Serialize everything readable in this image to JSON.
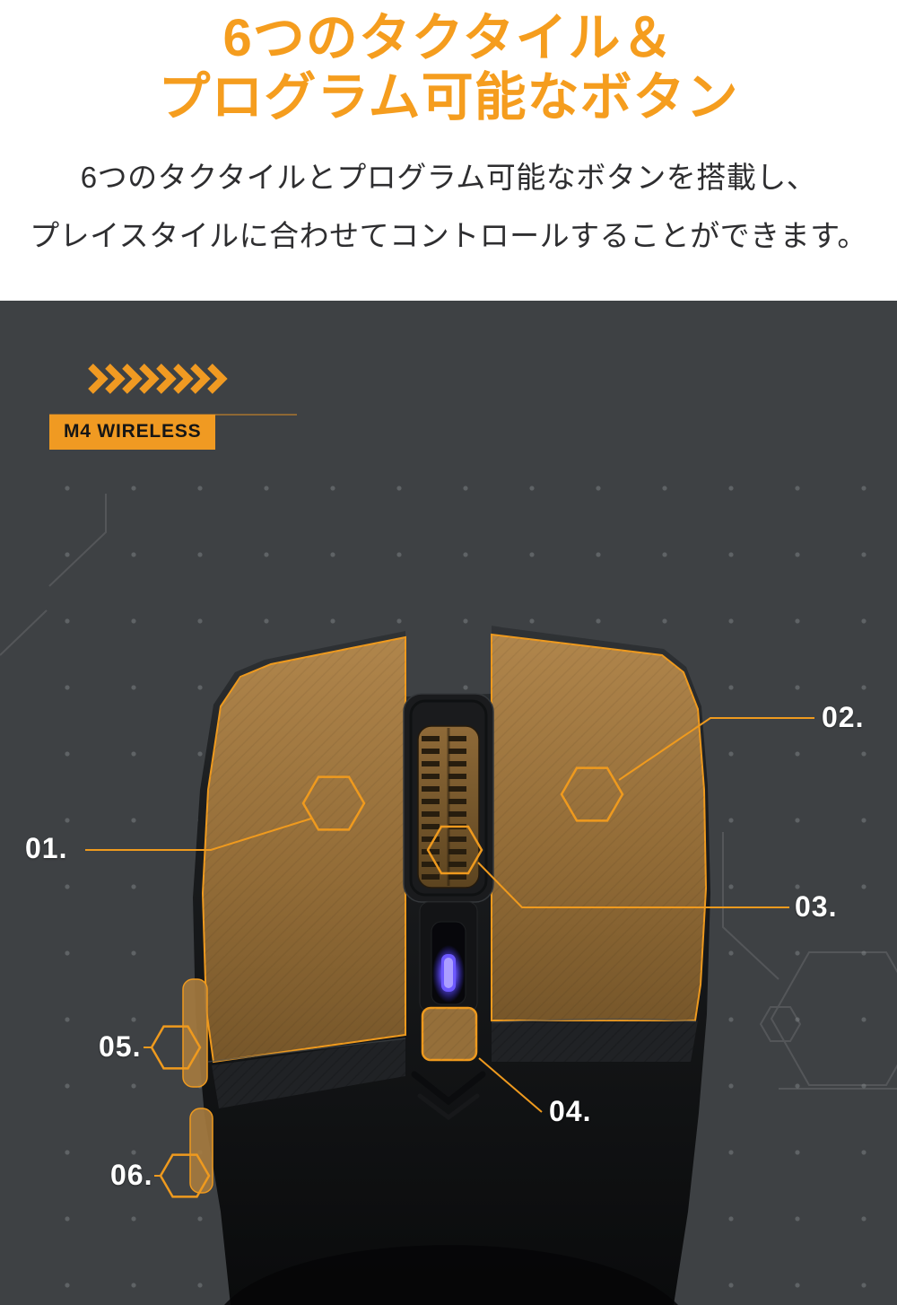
{
  "header": {
    "title_line1": "6つのタクタイル＆",
    "title_line2": "プログラム可能なボタン",
    "subtitle_line1": "6つのタクタイルとプログラム可能なボタンを搭載し、",
    "subtitle_line2": "プレイスタイルに合わせてコントロールすることができます。"
  },
  "stage": {
    "badge_label": "M4 WIRELESS",
    "callouts": [
      {
        "id": "01",
        "label": "01."
      },
      {
        "id": "02",
        "label": "02."
      },
      {
        "id": "03",
        "label": "03."
      },
      {
        "id": "04",
        "label": "04."
      },
      {
        "id": "05",
        "label": "05."
      },
      {
        "id": "06",
        "label": "06."
      }
    ],
    "colors": {
      "heading_orange": "#f59d1e",
      "accent_orange": "#ef9a1e",
      "badge_orange": "#f09a22",
      "background_gray": "#3e4144",
      "panel_bronze": "#a67b3f",
      "led_blue": "#6c58ff"
    }
  }
}
